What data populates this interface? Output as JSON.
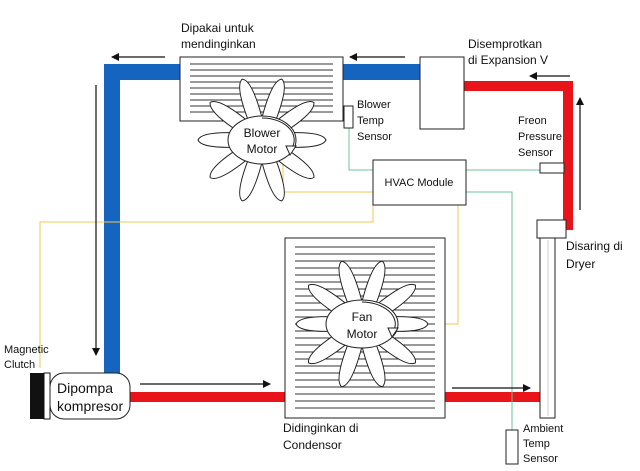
{
  "colors": {
    "cold_line": "#1565c0",
    "hot_line": "#e8141a",
    "signal_wire": "#f0c850",
    "sensor_wire": "#6cc39a",
    "outline": "#222222"
  },
  "labels": {
    "evaporator": [
      "Dipakai untuk",
      "mendinginkan"
    ],
    "expansion": [
      "Disemprotkan",
      "di Expansion V"
    ],
    "blower_motor": [
      "Blower",
      "Motor"
    ],
    "blower_sensor": [
      "Blower",
      "Temp",
      "Sensor"
    ],
    "freon_sensor": [
      "Freon",
      "Pressure",
      "Sensor"
    ],
    "hvac_module": "HVAC Module",
    "dryer": [
      "Disaring di",
      "Dryer"
    ],
    "fan_motor": [
      "Fan",
      "Motor"
    ],
    "clutch": [
      "Magnetic",
      "Clutch"
    ],
    "compressor": [
      "Dipompa",
      "kompresor"
    ],
    "condenser": [
      "Didinginkan di",
      "Condensor"
    ],
    "ambient_sensor": [
      "Ambient",
      "Temp",
      "Sensor"
    ]
  }
}
